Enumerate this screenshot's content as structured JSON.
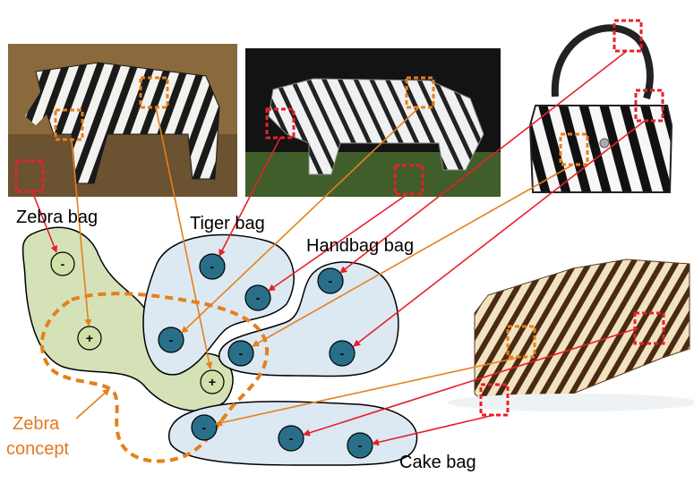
{
  "colors": {
    "bag_fill_blue": "#dce9f2",
    "bag_fill_green": "#d5e2b8",
    "instance_neg": "#2a6f8a",
    "instance_pos": "#cfe0a8",
    "arrow_red": "#e8202a",
    "arrow_orange": "#e5801c",
    "concept_orange": "#e5801c"
  },
  "bags": {
    "zebra": "Zebra bag",
    "tiger": "Tiger bag",
    "handbag": "Handbag bag",
    "cake": "Cake bag"
  },
  "concept": {
    "line1": "Zebra",
    "line2": "concept"
  },
  "signs": {
    "neg": "-",
    "pos": "+"
  },
  "photos": {
    "zebra": "zebra-photo",
    "tiger": "white-tiger-photo",
    "handbag": "zebra-print-handbag-photo",
    "cake": "zebra-cake-photo"
  }
}
